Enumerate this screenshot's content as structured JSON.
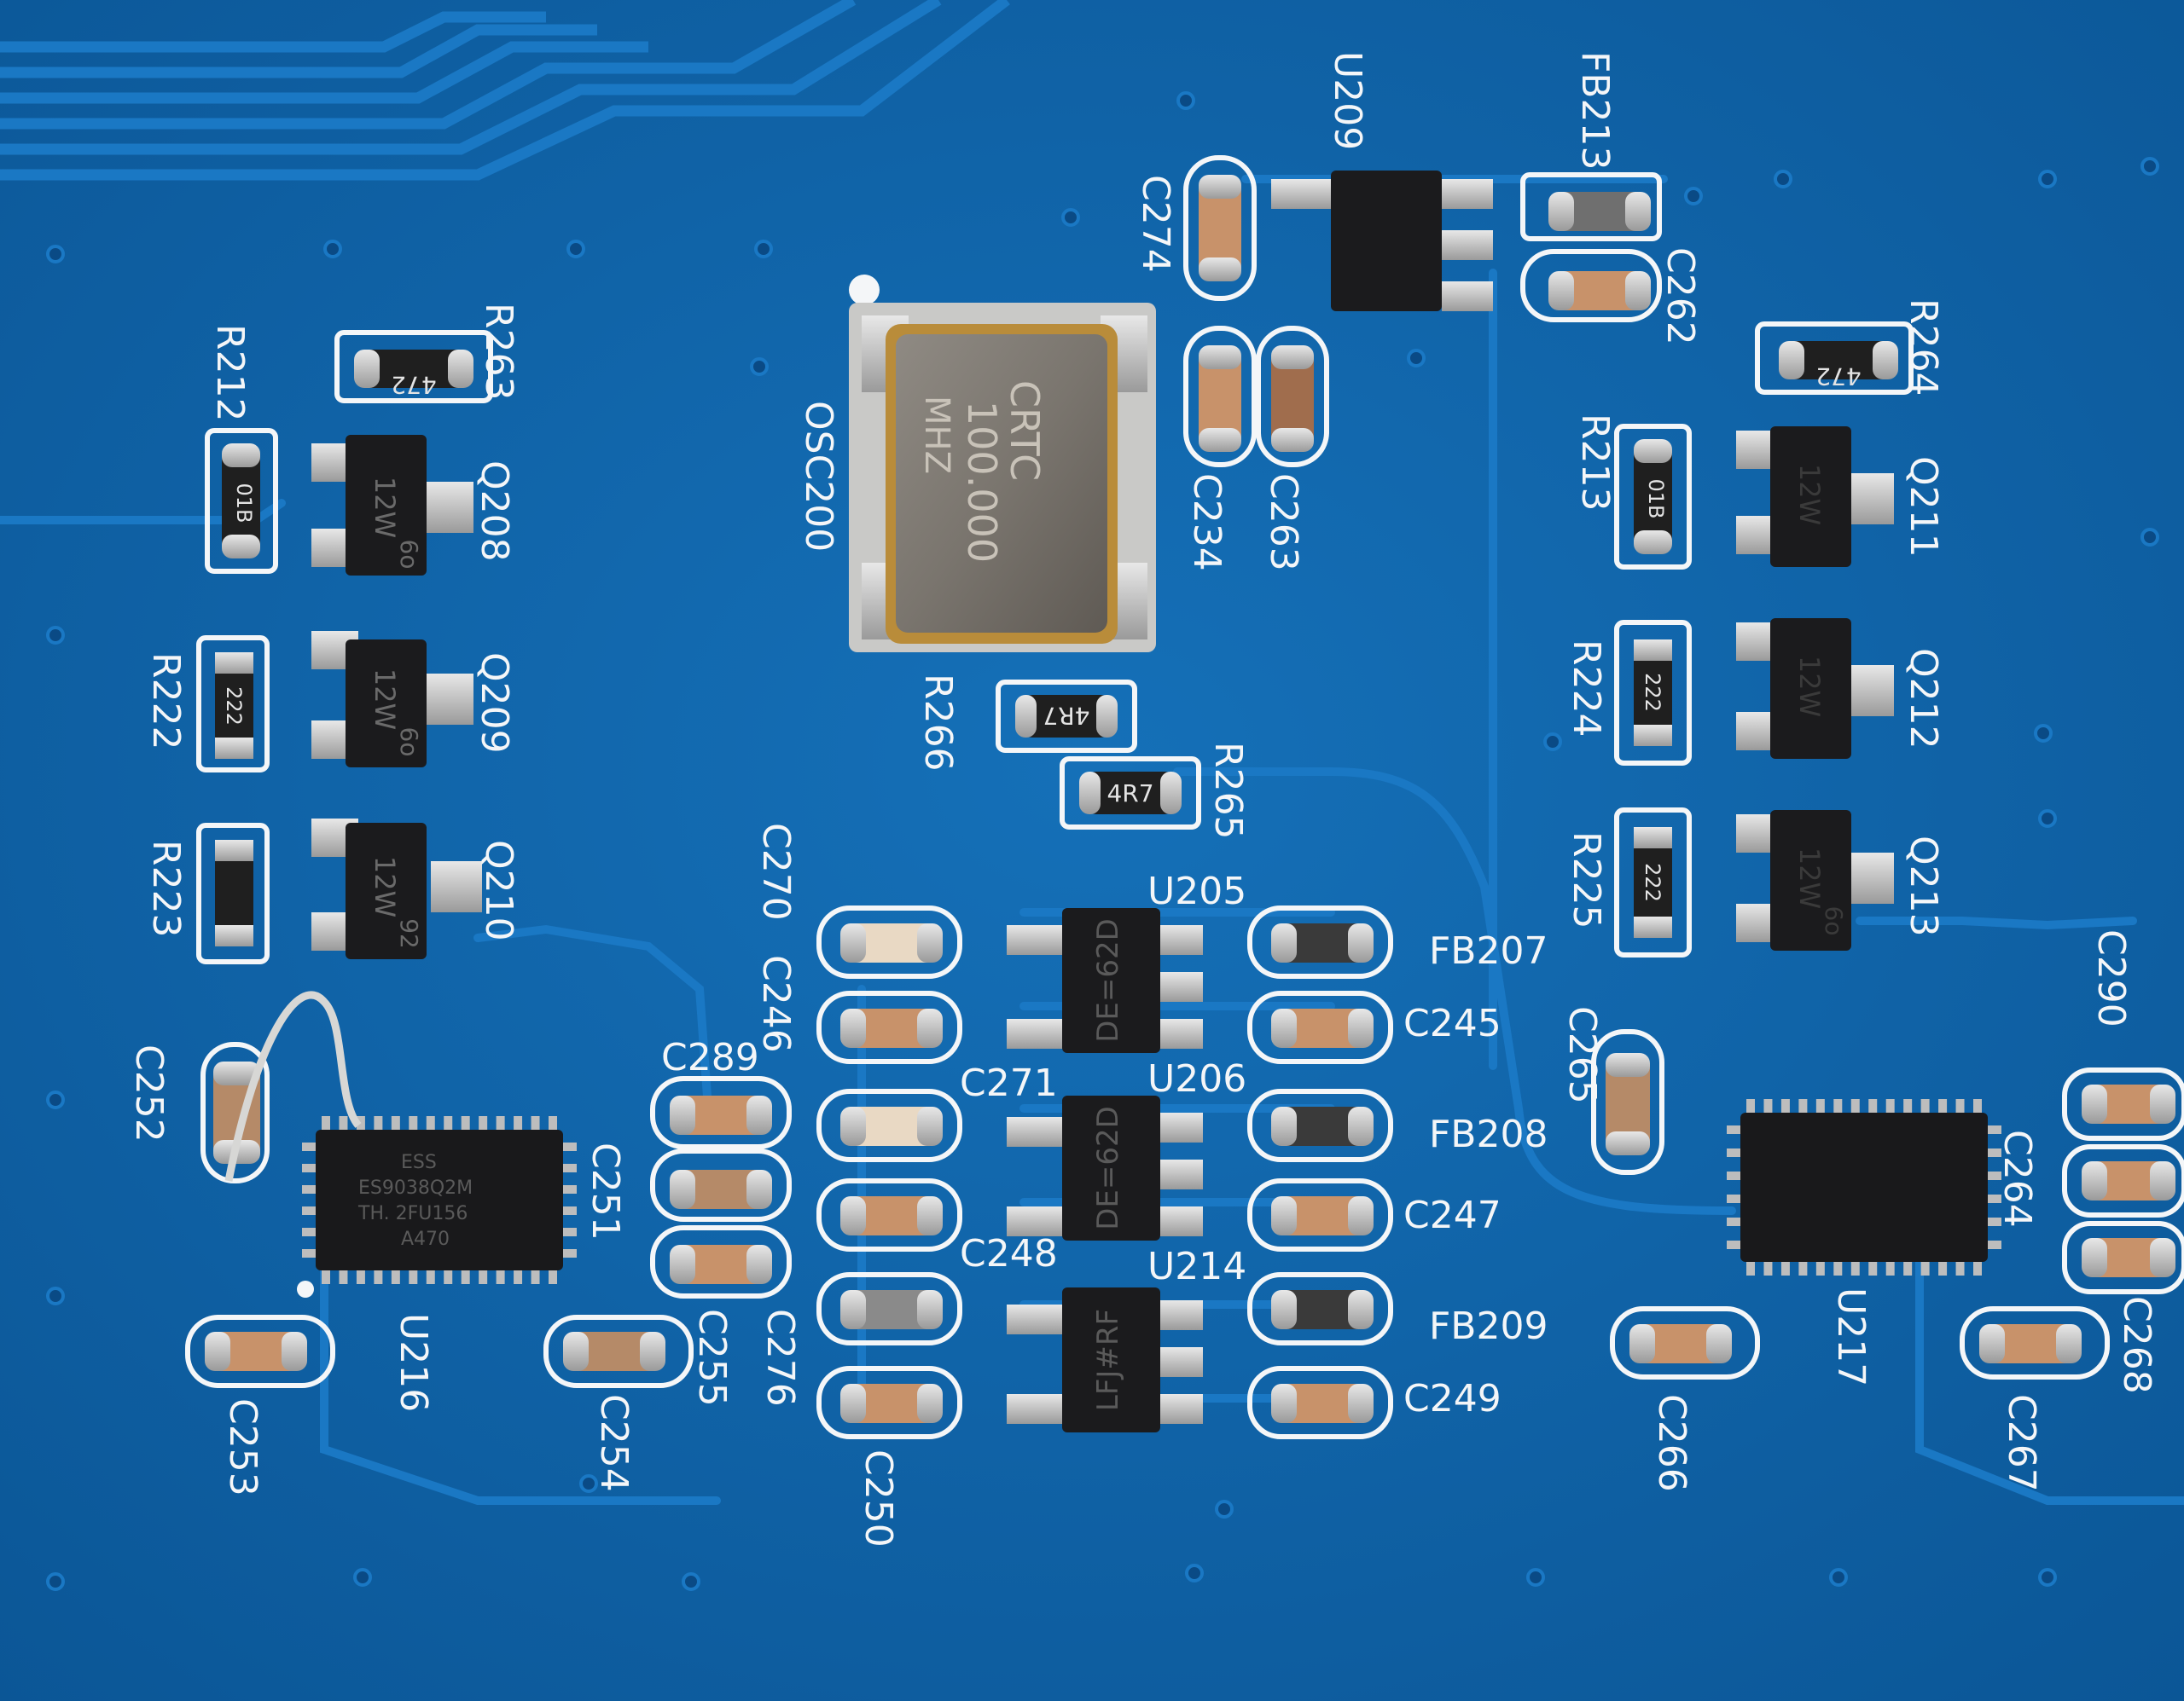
{
  "board": {
    "base_color": "#0f64a8",
    "trace_color": "#1473bf",
    "silk_color": "#f4f6f8"
  },
  "designators": {
    "u209": "U209",
    "fb213": "FB213",
    "c274": "C274",
    "c262": "C262",
    "r263": "R263",
    "r212": "R212",
    "q208": "Q208",
    "r222": "R222",
    "q209": "Q209",
    "r223": "R223",
    "q210": "Q210",
    "osc200": "OSC200",
    "c234": "C234",
    "c263": "C263",
    "r264": "R264",
    "r213": "R213",
    "q211": "Q211",
    "r224": "R224",
    "q212": "Q212",
    "r225": "R225",
    "q213": "Q213",
    "r266": "R266",
    "r265": "R265",
    "c270": "C270",
    "u205": "U205",
    "fb207": "FB207",
    "c246": "C246",
    "c245": "C245",
    "c289": "C289",
    "c271": "C271",
    "u206": "U206",
    "fb208": "FB208",
    "c248": "C248",
    "c247": "C247",
    "u214": "U214",
    "fb209": "FB209",
    "c249": "C249",
    "c250": "C250",
    "c276": "C276",
    "c255": "C255",
    "c251": "C251",
    "c252": "C252",
    "u216": "U216",
    "c253": "C253",
    "c254": "C254",
    "c265": "C265",
    "c290": "C290",
    "c264": "C264",
    "u217": "U217",
    "c268": "C268",
    "c266": "C266",
    "c267": "C267"
  },
  "markings": {
    "osc_line1": "CRTC",
    "osc_line2": "100.000",
    "osc_line3": "MHZ",
    "r263": "472",
    "r264": "472",
    "r212": "01B",
    "r213": "01B",
    "r222": "222",
    "r224": "222",
    "r225": "222",
    "r266": "4R7",
    "r265": "4R7",
    "q208": "12W",
    "q208_b": "6o",
    "q209": "12W",
    "q209_b": "6o",
    "q210": "12W",
    "q210_b": "92",
    "q211": "12W",
    "q212": "12W",
    "q213": "12W",
    "q213_b": "6o",
    "u205": "DE=62D",
    "u206": "DE=62D",
    "u214": "LFJ#RF",
    "u216_line1": "ESS",
    "u216_line2": "ES9038Q2M",
    "u216_line3": "TH. 2FU156",
    "u216_line4": "A470"
  }
}
